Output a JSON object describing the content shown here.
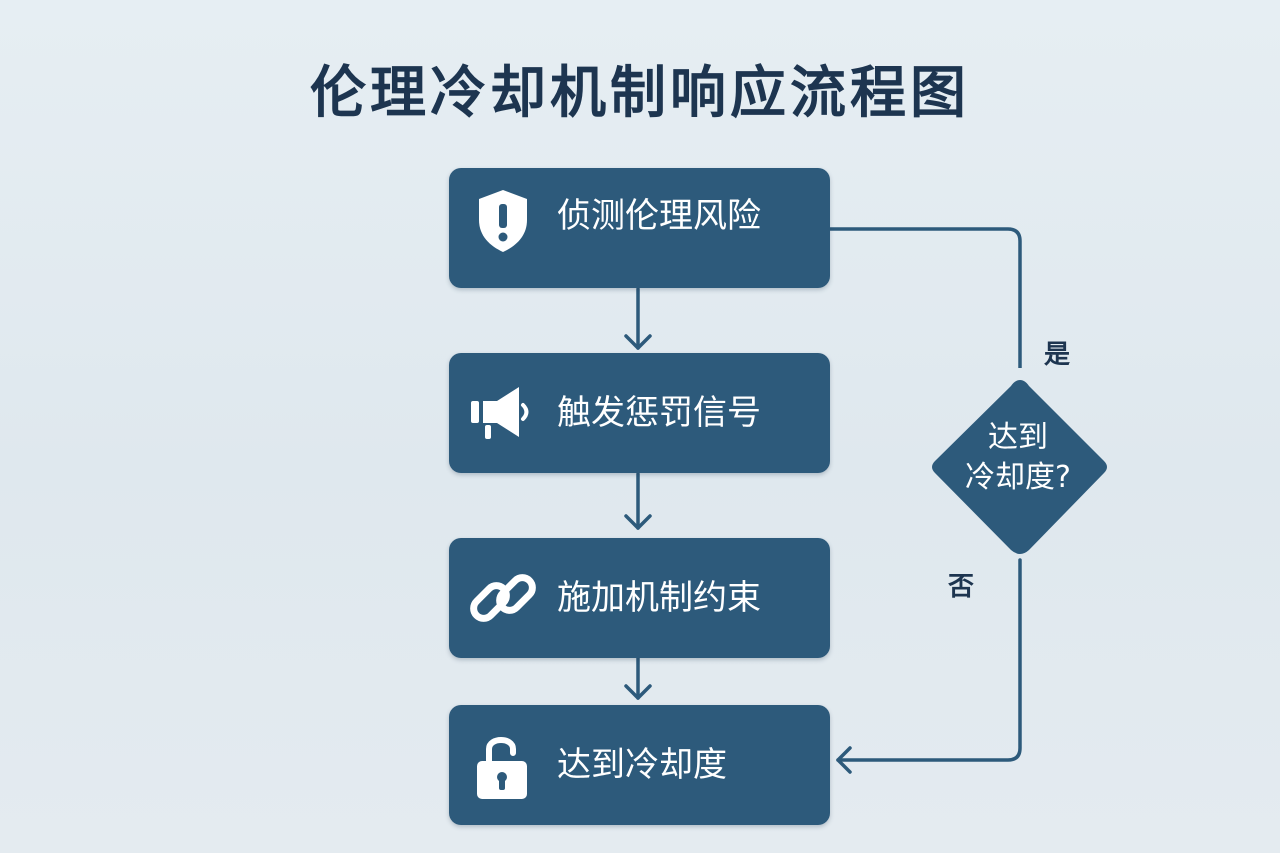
{
  "title": "伦理冷却机制响应流程图",
  "steps": [
    {
      "label": "侦测伦理风险",
      "icon": "shield-alert-icon"
    },
    {
      "label": "触发惩罚信号",
      "icon": "megaphone-icon"
    },
    {
      "label": "施加机制约束",
      "icon": "chain-link-icon"
    },
    {
      "label": "达到冷却度",
      "icon": "unlock-icon"
    }
  ],
  "decision": {
    "line1": "达到",
    "line2": "冷却度?",
    "yes": "是",
    "no": "否"
  },
  "colors": {
    "node": "#2d5a7b",
    "line": "#2d5a7b",
    "text": "#1d3550"
  }
}
